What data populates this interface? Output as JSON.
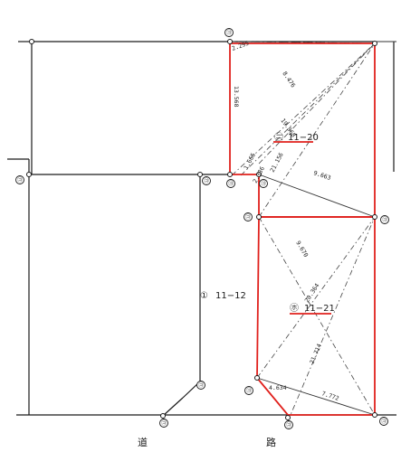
{
  "map": {
    "parcels": [
      {
        "id": "parcel-11-20",
        "symbol": "㊁",
        "number": "11−20"
      },
      {
        "id": "parcel-11-21",
        "symbol": "㋭",
        "number": "11−21"
      },
      {
        "id": "parcel-11-12",
        "symbol": "①",
        "number": "11−12"
      }
    ],
    "road_chars": [
      "道",
      "路"
    ],
    "boundary_mark_glyph": "㋙",
    "dimensions": [
      "2.295",
      "8.476",
      "13.568",
      "19.968",
      "1.665",
      "2.386",
      "21.156",
      "9.663",
      "9.670",
      "20.364",
      "21.714",
      "4.634",
      "7.772"
    ],
    "highlight_color": "#e0201c"
  }
}
